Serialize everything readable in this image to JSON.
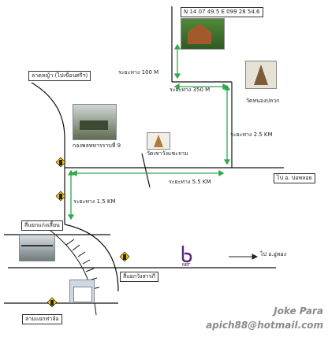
{
  "coordinates": "N 14  07  49.5   E 099  28  54.6",
  "landmarks": {
    "lat_ya_junction": "ลาดหญ้า (ไปเขื่อนศรีฯ)",
    "army_camp": "กองพลทหารราบที่ 9",
    "wat_nong_pluak": "วัดหนองปลวก",
    "wat_tham": "วัดเขาวังแซะจาม",
    "intersection_left": "สี่แยกแก่งเสี้ยน",
    "intersection_right": "สี่แยกวังสารภี",
    "intersection_bottom": "สามแยกท่าล้อ",
    "to_bo_phloi": "ไป อ. บ่อพลอย",
    "to_u_thong": "ไป อ.อู่ทอง",
    "logo": "NBT"
  },
  "distances": {
    "d100": "ระยะทาง 100  M",
    "d350": "ระยะทาง 350 M",
    "d2_5": "ระยะทาง 2.5 KM",
    "d5_5": "ระยะทาง  5.5 KM",
    "d1_5": "ระยะทาง  1.5 KM"
  },
  "signature": {
    "name": "Joke Para",
    "email": "apich88@hotmail.com"
  },
  "colors": {
    "road": "#111111",
    "route": "#2ea84a",
    "signal_bg": "#f5c400",
    "logo": "#5a2a7a"
  }
}
